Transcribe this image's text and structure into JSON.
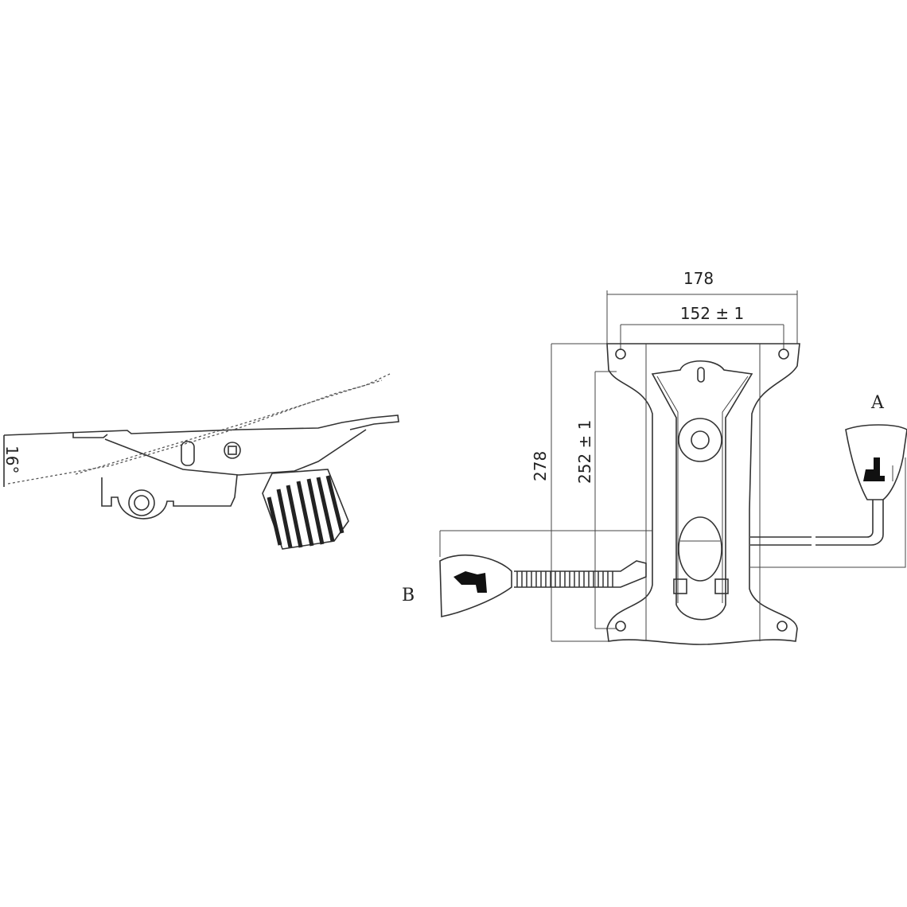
{
  "side_view": {
    "tilt_angle_label": "16°"
  },
  "top_view": {
    "width_overall_label": "178",
    "hole_spacing_width_label": "152 ± 1",
    "length_overall_label": "278",
    "hole_spacing_length_label": "252 ± 1",
    "lever_a_label": "A",
    "lever_b_label": "B"
  }
}
